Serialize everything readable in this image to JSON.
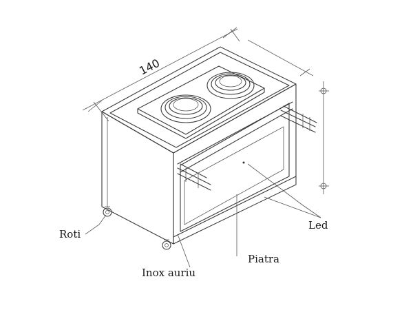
{
  "dimension": {
    "value": "140"
  },
  "labels": {
    "roti": "Roti",
    "led": "Led",
    "piatra": "Piatra",
    "inox": "Inox auriu"
  }
}
